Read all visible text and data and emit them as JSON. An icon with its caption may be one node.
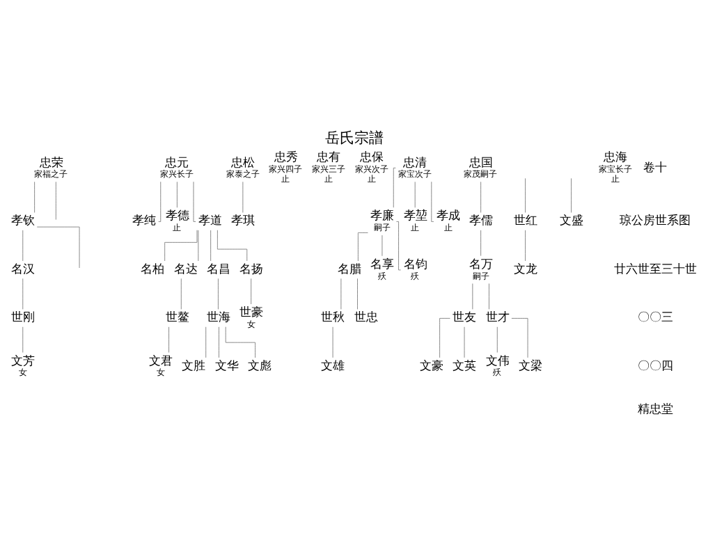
{
  "diagram": {
    "title": "岳氏宗譜",
    "nodes": [
      {
        "text": [
          "忠国"
        ],
        "beside": [
          "家茂嗣子"
        ]
      },
      {
        "text": [
          "忠海"
        ],
        "beside": [
          "家宝长子",
          "止"
        ]
      },
      {
        "text": [
          "忠清"
        ],
        "beside": [
          "家宝次子"
        ]
      },
      {
        "text": [
          "孝儒"
        ]
      },
      {
        "text": [
          "孝成"
        ],
        "beside": [
          "止"
        ]
      },
      {
        "text": [
          "孝堃"
        ],
        "beside": [
          "止"
        ]
      },
      {
        "text": [
          "孝廉"
        ],
        "beside": [
          "嗣子"
        ]
      },
      {
        "text": [
          "名万"
        ],
        "beside": [
          "嗣子"
        ]
      },
      {
        "text": [
          "名钧"
        ],
        "beside": [
          "殀"
        ]
      },
      {
        "text": [
          "名享"
        ],
        "beside": [
          "殀"
        ]
      },
      {
        "text": [
          "名腊"
        ]
      },
      {
        "text": [
          "世红"
        ]
      },
      {
        "text": [
          "世才"
        ]
      },
      {
        "text": [
          "世友"
        ]
      },
      {
        "text": [
          "世忠"
        ]
      },
      {
        "text": [
          "世秋"
        ]
      },
      {
        "text": [
          "文盛"
        ]
      },
      {
        "text": [
          "文龙"
        ]
      },
      {
        "text": [
          "文梁"
        ]
      },
      {
        "text": [
          "文伟"
        ],
        "beside": [
          "殀"
        ]
      },
      {
        "text": [
          "文英"
        ]
      },
      {
        "text": [
          "文豪"
        ]
      },
      {
        "text": [
          "文雄"
        ]
      },
      {
        "text": [
          "忠松"
        ],
        "beside": [
          "家泰之子"
        ]
      },
      {
        "text": [
          "忠元"
        ],
        "beside": [
          "家兴长子"
        ]
      },
      {
        "text": [
          "忠保"
        ],
        "beside": [
          "家兴次子",
          "止"
        ]
      },
      {
        "text": [
          "忠有"
        ],
        "beside": [
          "家兴三子",
          "止"
        ]
      },
      {
        "text": [
          "忠秀"
        ],
        "beside": [
          "家兴四子",
          "止"
        ]
      },
      {
        "text": [
          "忠荣"
        ],
        "beside": [
          "家福之子"
        ]
      },
      {
        "text": [
          "孝琪"
        ]
      },
      {
        "text": [
          "孝道"
        ]
      },
      {
        "text": [
          "孝德"
        ],
        "beside": [
          "止"
        ]
      },
      {
        "text": [
          "孝纯"
        ]
      },
      {
        "text": [
          "孝钦"
        ]
      },
      {
        "text": [
          "名扬"
        ]
      },
      {
        "text": [
          "名昌"
        ]
      },
      {
        "text": [
          "名达"
        ]
      },
      {
        "text": [
          "名柏"
        ]
      },
      {
        "text": [
          "名汉"
        ]
      },
      {
        "text": [
          "世豪"
        ],
        "beside": [
          "女"
        ]
      },
      {
        "text": [
          "世海"
        ]
      },
      {
        "text": [
          "世鳌"
        ]
      },
      {
        "text": [
          "世刚"
        ]
      },
      {
        "text": [
          "文彪"
        ]
      },
      {
        "text": [
          "文华"
        ]
      },
      {
        "text": [
          "文胜"
        ]
      },
      {
        "text": [
          "文君"
        ],
        "beside": [
          "女"
        ]
      },
      {
        "text": [
          "文芳"
        ],
        "beside": [
          "女"
        ]
      }
    ],
    "edges": [
      {
        "from": 0,
        "to": 3,
        "arrow": "none"
      },
      {
        "from": 3,
        "to": 7,
        "arrow": "none"
      },
      {
        "from": 7,
        "to": 12,
        "arrow": "none"
      },
      {
        "from": 7,
        "to": 13,
        "arrow": "none"
      },
      {
        "from": null,
        "to": 11,
        "arrow": "none"
      },
      {
        "from": 2,
        "to": 4,
        "arrow": "none"
      },
      {
        "from": 2,
        "to": 5,
        "arrow": "none"
      },
      {
        "from": 2,
        "to": 6,
        "arrow": "none"
      },
      {
        "from": 6,
        "to": 8,
        "arrow": "none"
      },
      {
        "from": 6,
        "to": 9,
        "arrow": "none"
      },
      {
        "from": 6,
        "to": 10,
        "arrow": "none"
      },
      {
        "from": 10,
        "to": 14,
        "arrow": "none"
      },
      {
        "from": 10,
        "to": 15,
        "arrow": "none"
      },
      {
        "from": 15,
        "to": 22,
        "arrow": "none"
      },
      {
        "from": 13,
        "to": 21,
        "arrow": "none"
      },
      {
        "from": 13,
        "to": 20,
        "arrow": "none"
      },
      {
        "from": 12,
        "to": 19,
        "arrow": "none"
      },
      {
        "from": 12,
        "to": 18,
        "arrow": "none"
      },
      {
        "from": 11,
        "to": 17,
        "arrow": "none"
      },
      {
        "from": null,
        "to": 16,
        "arrow": "none"
      },
      {
        "from": 23,
        "to": 29,
        "arrow": "none"
      },
      {
        "from": 24,
        "to": 30,
        "arrow": "none"
      },
      {
        "from": 24,
        "to": 31,
        "arrow": "none"
      },
      {
        "from": 24,
        "to": 32,
        "arrow": "none"
      },
      {
        "from": 28,
        "to": 33,
        "arrow": "none"
      },
      {
        "from": 28,
        "to": null,
        "arrow": "none"
      },
      {
        "from": 30,
        "to": 34,
        "arrow": "none"
      },
      {
        "from": 30,
        "to": 35,
        "arrow": "none"
      },
      {
        "from": 30,
        "to": 36,
        "arrow": "none"
      },
      {
        "from": 30,
        "to": 37,
        "arrow": "none"
      },
      {
        "from": 33,
        "to": 38,
        "arrow": "none"
      },
      {
        "from": 33,
        "to": null,
        "arrow": "none"
      },
      {
        "from": 34,
        "to": 39,
        "arrow": "none"
      },
      {
        "from": 35,
        "to": 40,
        "arrow": "none"
      },
      {
        "from": 36,
        "to": 41,
        "arrow": "none"
      },
      {
        "from": 38,
        "to": 42,
        "arrow": "none"
      },
      {
        "from": 40,
        "to": 43,
        "arrow": "none"
      },
      {
        "from": 40,
        "to": 44,
        "arrow": "none"
      },
      {
        "from": 40,
        "to": 45,
        "arrow": "none"
      },
      {
        "from": 41,
        "to": 46,
        "arrow": "none"
      },
      {
        "from": 42,
        "to": 47,
        "arrow": "none"
      }
    ],
    "labels": [
      "卷十",
      "琼公房世系图",
      "廿六世至三十世",
      "〇〇三",
      "〇〇四",
      "精忠堂"
    ]
  }
}
